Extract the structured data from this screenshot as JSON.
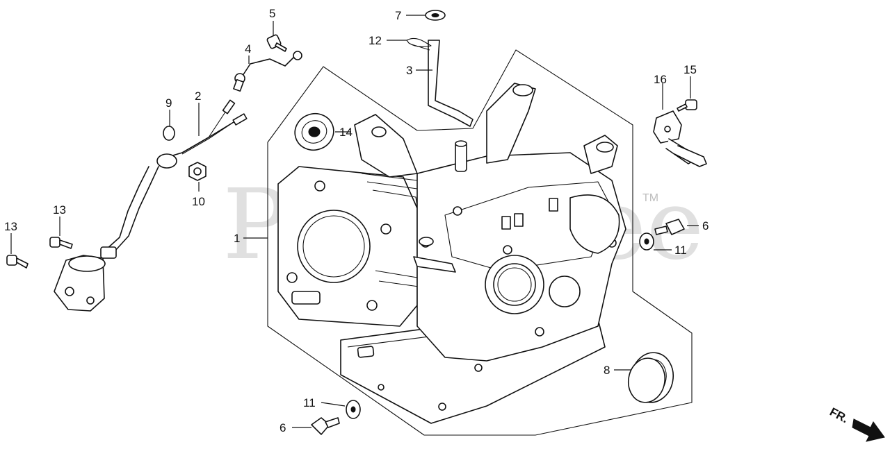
{
  "watermark": {
    "text": "PartsTree",
    "trademark": "TM"
  },
  "direction_label": "FR.",
  "callouts": [
    {
      "id": "1",
      "label": "1"
    },
    {
      "id": "2",
      "label": "2"
    },
    {
      "id": "3",
      "label": "3"
    },
    {
      "id": "4",
      "label": "4"
    },
    {
      "id": "5",
      "label": "5"
    },
    {
      "id": "6a",
      "label": "6"
    },
    {
      "id": "6b",
      "label": "6"
    },
    {
      "id": "7",
      "label": "7"
    },
    {
      "id": "8",
      "label": "8"
    },
    {
      "id": "9",
      "label": "9"
    },
    {
      "id": "10",
      "label": "10"
    },
    {
      "id": "11a",
      "label": "11"
    },
    {
      "id": "11b",
      "label": "11"
    },
    {
      "id": "12",
      "label": "12"
    },
    {
      "id": "13a",
      "label": "13"
    },
    {
      "id": "13b",
      "label": "13"
    },
    {
      "id": "14",
      "label": "14"
    },
    {
      "id": "15",
      "label": "15"
    },
    {
      "id": "16",
      "label": "16"
    }
  ]
}
